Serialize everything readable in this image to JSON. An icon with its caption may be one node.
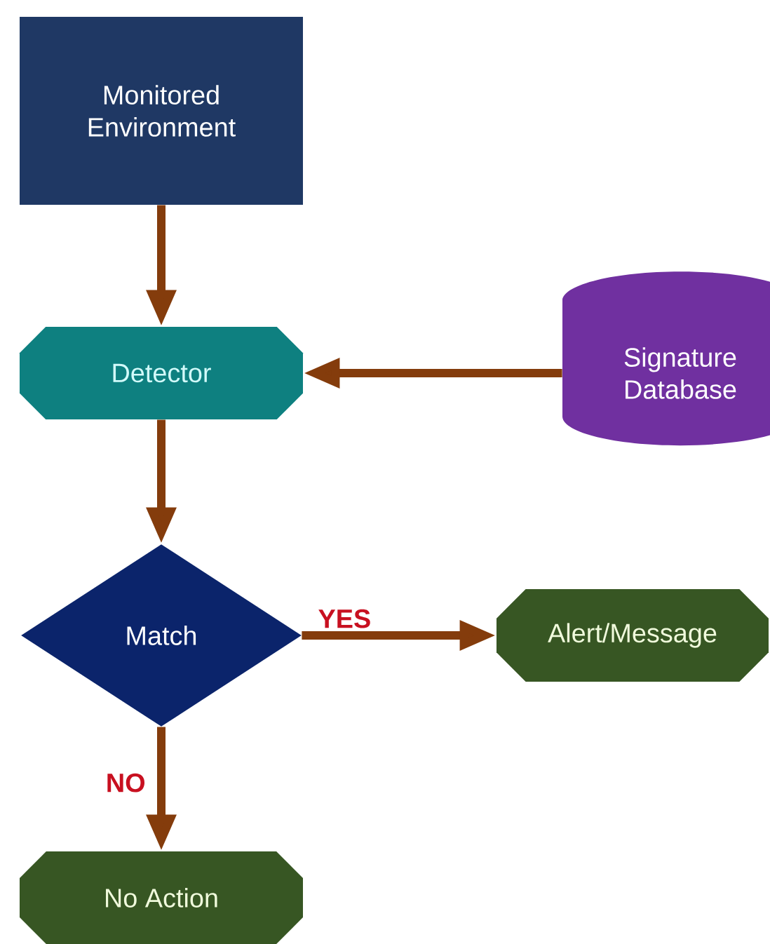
{
  "diagram": {
    "nodes": [
      {
        "text": [
          "Monitored Environment"
        ]
      },
      {
        "text": [
          "Detector"
        ]
      },
      {
        "text": [
          "Signature Database"
        ]
      },
      {
        "text": [
          "Match"
        ]
      },
      {
        "text": [
          "Alert/Message"
        ]
      },
      {
        "text": [
          "No Action"
        ]
      }
    ],
    "edges": [
      {
        "from": 0,
        "to": 1,
        "arrow": "to"
      },
      {
        "from": 2,
        "to": 1,
        "arrow": "to"
      },
      {
        "from": 1,
        "to": 3,
        "arrow": "to"
      },
      {
        "from": 3,
        "to": 4,
        "arrow": "to",
        "label": "YES"
      },
      {
        "from": 3,
        "to": 5,
        "arrow": "to",
        "label": "NO"
      }
    ]
  }
}
